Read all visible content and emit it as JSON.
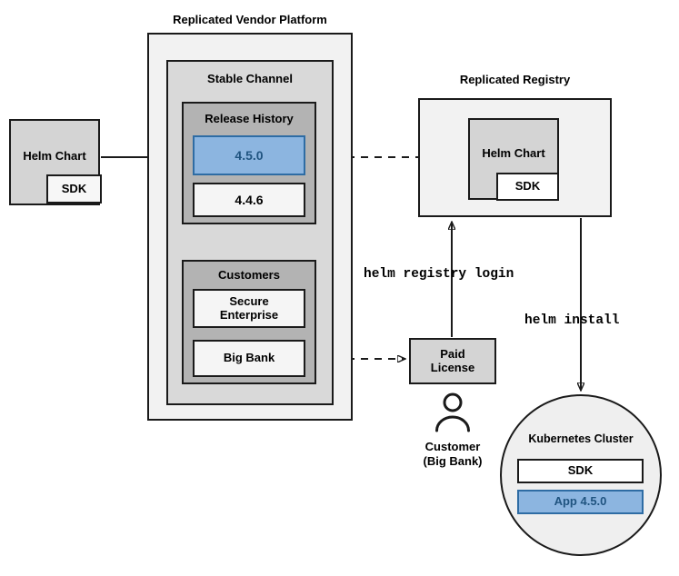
{
  "diagram": {
    "title_platform": "Replicated Vendor Platform",
    "title_registry": "Replicated Registry"
  },
  "vendor_platform": {
    "label": "Replicated Vendor Platform",
    "stable_channel": {
      "label": "Stable Channel",
      "release_history": {
        "label": "Release History",
        "releases": [
          {
            "version": "4.5.0",
            "highlighted": true
          },
          {
            "version": "4.4.6",
            "highlighted": false
          }
        ]
      },
      "customers": {
        "label": "Customers",
        "items": [
          {
            "name": "Secure Enterprise",
            "line1": "Secure",
            "line2": "Enterprise"
          },
          {
            "name": "Big Bank",
            "line1": "Big Bank",
            "line2": ""
          }
        ]
      }
    }
  },
  "source_artifact": {
    "label": "Helm Chart",
    "sdk_label": "SDK"
  },
  "registry": {
    "label": "Replicated Registry",
    "helm_chart_label": "Helm Chart",
    "sdk_label": "SDK"
  },
  "license": {
    "line1": "Paid",
    "line2": "License",
    "customer_line1": "Customer",
    "customer_line2": "(Big Bank)",
    "person_icon": "person-icon"
  },
  "cluster": {
    "label": "Kubernetes Cluster",
    "sdk_label": "SDK",
    "app_label": "App 4.5.0"
  },
  "commands": {
    "registry_login": "helm registry login",
    "install": "helm install"
  },
  "colors": {
    "highlight_fill": "#8cb5e0",
    "highlight_border": "#2e6ca4",
    "highlight_text": "#205480",
    "outer_panel": "#f2f2f2",
    "mid_panel": "#d9d9d9",
    "inner_panel": "#b3b3b3",
    "stroke": "#1a1a1a"
  },
  "edges": [
    {
      "from": "Helm Chart",
      "to": "4.5.0",
      "style": "solid"
    },
    {
      "from": "4.5.0",
      "to": "Replicated Registry Helm Chart",
      "style": "dashed"
    },
    {
      "from": "Big Bank",
      "to": "Paid License",
      "style": "dashed"
    },
    {
      "from": "Paid License",
      "to": "Replicated Registry",
      "style": "solid",
      "label": "helm registry login"
    },
    {
      "from": "Replicated Registry",
      "to": "Kubernetes Cluster",
      "style": "solid",
      "label": "helm install"
    }
  ]
}
